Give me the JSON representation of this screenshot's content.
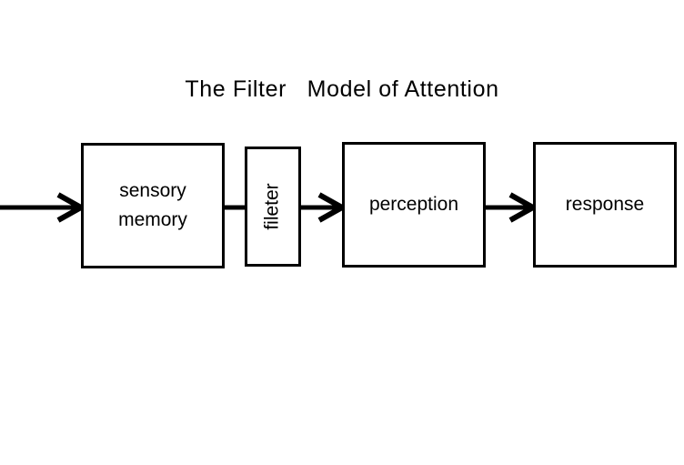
{
  "diagram": {
    "title": "The Filter   Model of Attention",
    "background_color": "#ffffff",
    "stroke_color": "#000000",
    "nodes": [
      {
        "id": "sensory-memory",
        "label": "sensory\nmemory",
        "orientation": "horizontal"
      },
      {
        "id": "filter",
        "label": "fileter",
        "orientation": "vertical-ccw"
      },
      {
        "id": "perception",
        "label": "perception",
        "orientation": "horizontal"
      },
      {
        "id": "response",
        "label": "response",
        "orientation": "horizontal"
      }
    ],
    "connectors": [
      {
        "id": "input-arrow",
        "from": "external-input",
        "to": "sensory-memory",
        "head": "open-chevron"
      },
      {
        "id": "sensory-to-filter",
        "from": "sensory-memory",
        "to": "filter",
        "head": "none"
      },
      {
        "id": "filter-to-perception",
        "from": "filter",
        "to": "perception",
        "head": "open-chevron"
      },
      {
        "id": "perception-to-response",
        "from": "perception",
        "to": "response",
        "head": "open-chevron"
      }
    ]
  }
}
